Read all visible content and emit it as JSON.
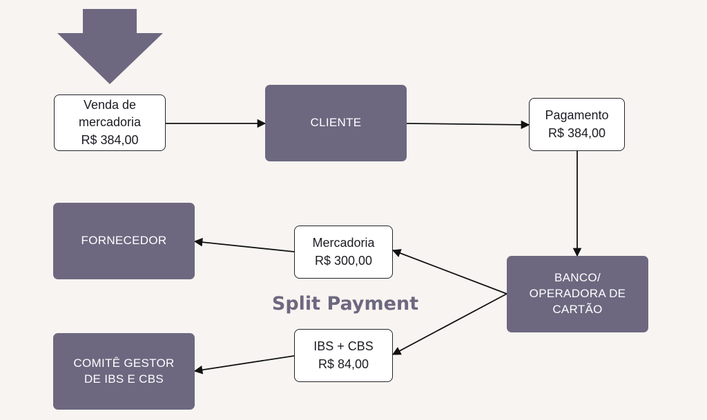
{
  "colors": {
    "background": "#f7f4f1",
    "node_fill": "#6d6880",
    "node_text": "#ffffff",
    "label_fill": "#ffffff",
    "label_border": "#24222a",
    "edge": "#111111",
    "title": "#6d6880"
  },
  "diagram": {
    "title": "Split Payment",
    "nodes": {
      "venda": "Venda de\nmercadoria\nR$ 384,00",
      "cliente": "CLIENTE",
      "pagamento": "Pagamento\nR$ 384,00",
      "banco": "BANCO/\nOPERADORA DE\nCARTÃO",
      "mercadoria": "Mercadoria\nR$ 300,00",
      "impostos": "IBS + CBS\nR$ 84,00",
      "fornecedor": "FORNECEDOR",
      "comite": "COMITÊ GESTOR\nDE IBS E CBS"
    },
    "edges": [
      {
        "from": "venda",
        "to": "cliente"
      },
      {
        "from": "cliente",
        "to": "pagamento"
      },
      {
        "from": "pagamento",
        "to": "banco"
      },
      {
        "from": "banco",
        "to": "mercadoria"
      },
      {
        "from": "banco",
        "to": "impostos"
      },
      {
        "from": "mercadoria",
        "to": "fornecedor"
      },
      {
        "from": "impostos",
        "to": "comite"
      }
    ]
  }
}
